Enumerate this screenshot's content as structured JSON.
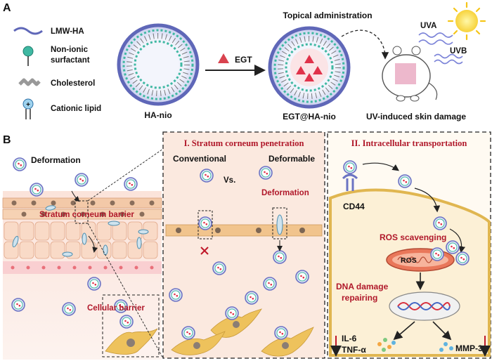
{
  "panelA": {
    "letter": "A",
    "legend": [
      "LMW-HA",
      "Non-ionic",
      "surfactant",
      "Cholesterol",
      "Cationic lipid"
    ],
    "ha_nio": "HA-nio",
    "egt": "EGT",
    "egt_ha_nio": "EGT@HA-nio",
    "topical": "Topical administration",
    "uva": "UVA",
    "uvb": "UVB",
    "skin_damage": "UV-induced skin damage"
  },
  "panelB": {
    "letter": "B",
    "deformation": "Deformation",
    "sc_barrier": "Stratum corneum barrier",
    "cellular_barrier": "Cellular barrier",
    "box1_title": "I. Stratum corneum penetration",
    "conventional": "Conventional",
    "deformable": "Deformable",
    "vs": "Vs.",
    "deformation2": "Deformation",
    "box2_title": "II. Intracellular transportation",
    "cd44": "CD44",
    "ros_scavenging": "ROS scavenging",
    "ros": "ROS",
    "dna1": "DNA damage",
    "dna2": "repairing",
    "il6": "IL-6",
    "tnf": "TNF-α",
    "mmp3": "MMP-3"
  },
  "colors": {
    "accent_red": "#b0182a",
    "ha_blue": "#5f67b8",
    "surfactant_teal": "#3fb8a2",
    "cell_yellow": "#eec25c",
    "skin_pink": "#f6cfc6",
    "box_bg": "#fbe9df"
  },
  "icons": [
    "sun-icon",
    "mouse-icon",
    "arrow-icon",
    "dna-helix-icon",
    "mitochondrion-icon",
    "cross-icon"
  ]
}
